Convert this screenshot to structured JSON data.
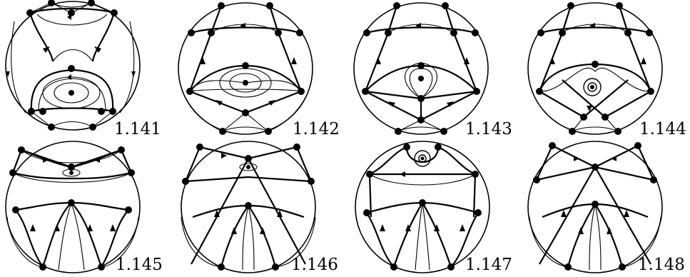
{
  "figure": {
    "panels": [
      {
        "id": "p141",
        "label": "1.141"
      },
      {
        "id": "p142",
        "label": "1.142"
      },
      {
        "id": "p143",
        "label": "1.143"
      },
      {
        "id": "p144",
        "label": "1.144"
      },
      {
        "id": "p145",
        "label": "1.145"
      },
      {
        "id": "p146",
        "label": "1.146"
      },
      {
        "id": "p147",
        "label": "1.147"
      },
      {
        "id": "p148",
        "label": "1.148"
      }
    ]
  }
}
